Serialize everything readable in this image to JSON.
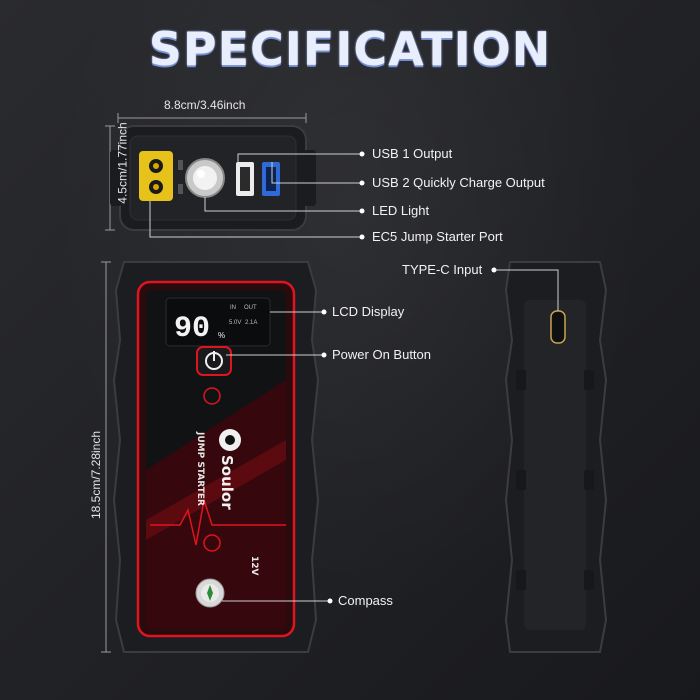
{
  "title": "SPECIFICATION",
  "dimensions": {
    "width": "8.8cm/3.46inch",
    "top_height": "4.5cm/1.77inch",
    "length": "18.5cm/7.28inch"
  },
  "callouts": {
    "usb1": "USB 1 Output",
    "usb2": "USB 2 Quickly Charge Output",
    "led": "LED Light",
    "ec5": "EC5 Jump Starter Port",
    "typec": "TYPE-C Input",
    "lcd": "LCD Display",
    "power": "Power On Button",
    "compass": "Compass"
  },
  "device": {
    "lcd_value": "90",
    "lcd_percent": "%",
    "lcd_in": "IN",
    "lcd_out": "OUT",
    "lcd_voltage": "5.0V",
    "lcd_current": "2.1A",
    "brand": "Soulor",
    "product": "JUMP STARTER",
    "voltage": "12V"
  },
  "colors": {
    "accent_red": "#e0141e",
    "body": "#26272a",
    "title_glow": "#9fb6ff"
  }
}
